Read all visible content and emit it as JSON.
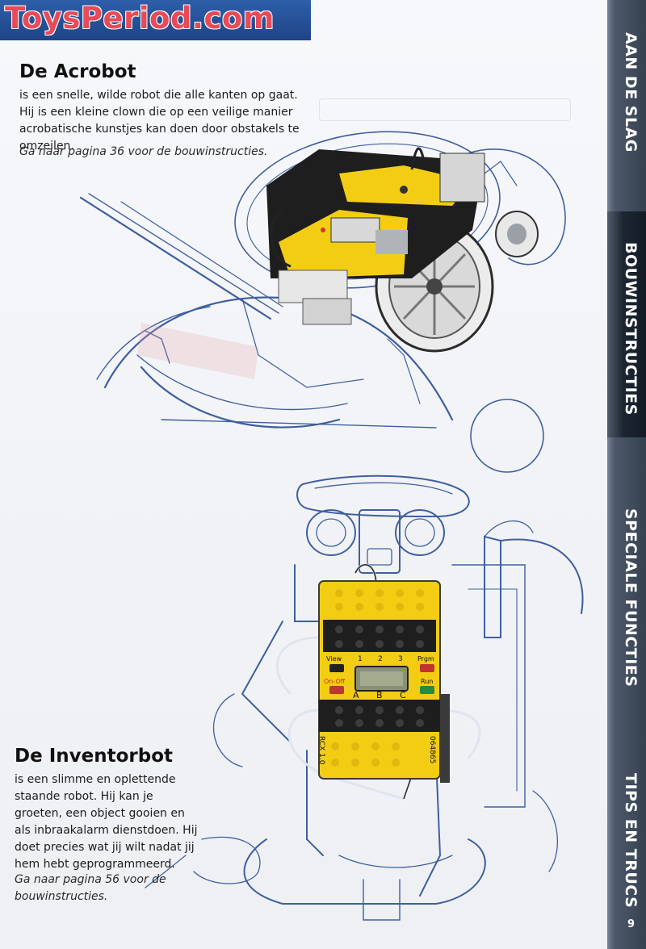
{
  "watermark": "ToysPeriod.com",
  "sidebar": {
    "tabs": [
      {
        "label": "AAN DE SLAG"
      },
      {
        "label": "BOUWINSTRUCTIES"
      },
      {
        "label": "SPECIALE FUNCTIES"
      },
      {
        "label": "TIPS EN TRUCS"
      }
    ],
    "active_tab": "BOUWINSTRUCTIES"
  },
  "page_number": "9",
  "acrobot": {
    "title": "De Acrobot",
    "description": "is een snelle, wilde robot die alle kanten op gaat. Hij is een kleine clown die op een veilige manier acrobatische kunstjes kan doen door obstakels te omzeilen.",
    "reference": "Ga naar pagina 36 voor de bouwinstructies."
  },
  "inventorbot": {
    "title": "De Inventorbot",
    "description": "is een slimme en oplettende staande robot. Hij kan je groeten, een object gooien en als inbraakalarm dienstdoen. Hij doet precies wat jij wilt nadat jij hem hebt geprogrammeerd.",
    "reference": "Ga naar pagina 56 voor de bouwinstructies."
  },
  "rcx": {
    "view": "View",
    "prgm": "Prgm",
    "onoff": "On-Off",
    "run": "Run",
    "ports_top": [
      "1",
      "2",
      "3"
    ],
    "ports_bottom": [
      "A",
      "B",
      "C"
    ],
    "model": "RCX 1.0",
    "serial": "064865"
  },
  "colors": {
    "lego_yellow": "#f2cd14",
    "lego_black": "#1e1e1e",
    "lego_gray": "#9aa0a6",
    "sketch_blue": "#3f5f9f",
    "watermark_red": "#e84b57"
  }
}
